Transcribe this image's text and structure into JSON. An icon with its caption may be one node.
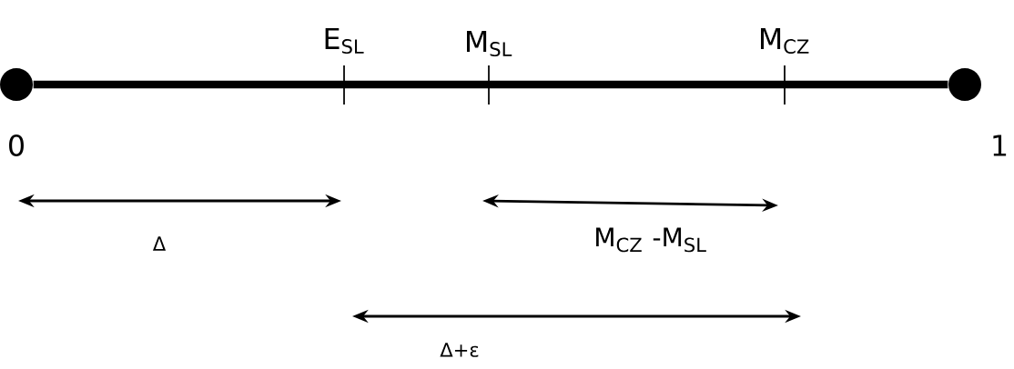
{
  "diagram": {
    "nodes": [
      {
        "text": [],
        "shape": "circle",
        "beside": [
          "0"
        ]
      },
      {
        "text": [],
        "shape": "circle",
        "beside": [
          "1"
        ]
      }
    ],
    "edges": [
      {
        "from": 0,
        "to": 1,
        "arrow": "none"
      }
    ],
    "labels": [
      "E$_{SL}$",
      "M$_{SL}$",
      "M$_{CZ}$",
      "Δ",
      "M$_{CZ}$ -M$_{SL}$",
      "Δ+ε"
    ]
  }
}
